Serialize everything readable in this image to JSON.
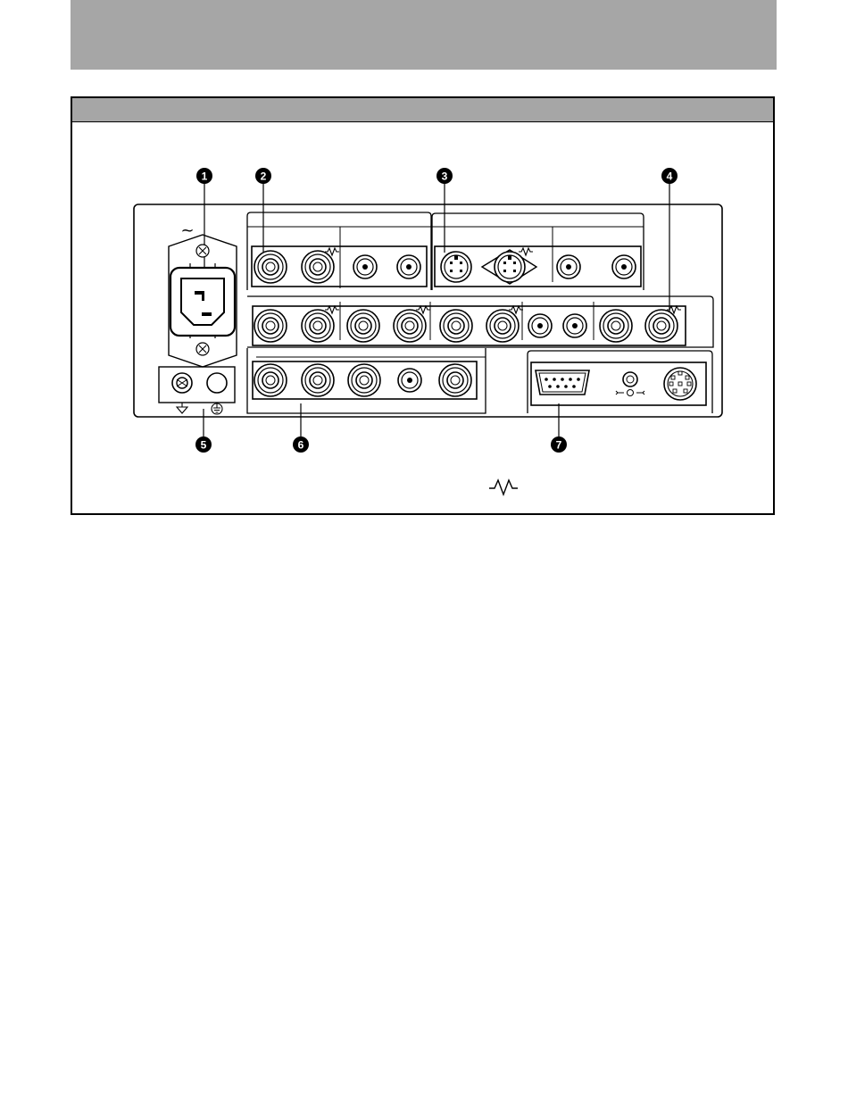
{
  "callouts": [
    {
      "num": "1"
    },
    {
      "num": "2"
    },
    {
      "num": "3"
    },
    {
      "num": "4"
    },
    {
      "num": "5"
    },
    {
      "num": "6"
    },
    {
      "num": "7"
    }
  ],
  "symbols": {
    "ac_mains": "~",
    "impedance": "-∧∨-"
  },
  "colors": {
    "band": "#a6a6a6",
    "line": "#000000",
    "callout_fill": "#000000"
  }
}
